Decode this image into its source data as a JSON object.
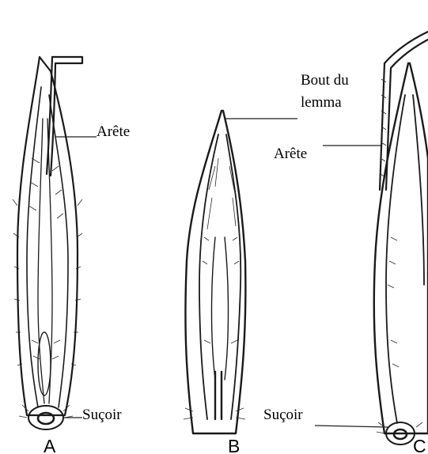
{
  "labels": {
    "awn_a": "Arête",
    "awn_c": "Arête",
    "lemma_tip_line1": "Bout du",
    "lemma_tip_line2": "lemma",
    "callus_a": "Suçoir",
    "callus_c": "Suçoir"
  },
  "letters": {
    "a": "A",
    "b": "B",
    "c": "C"
  }
}
